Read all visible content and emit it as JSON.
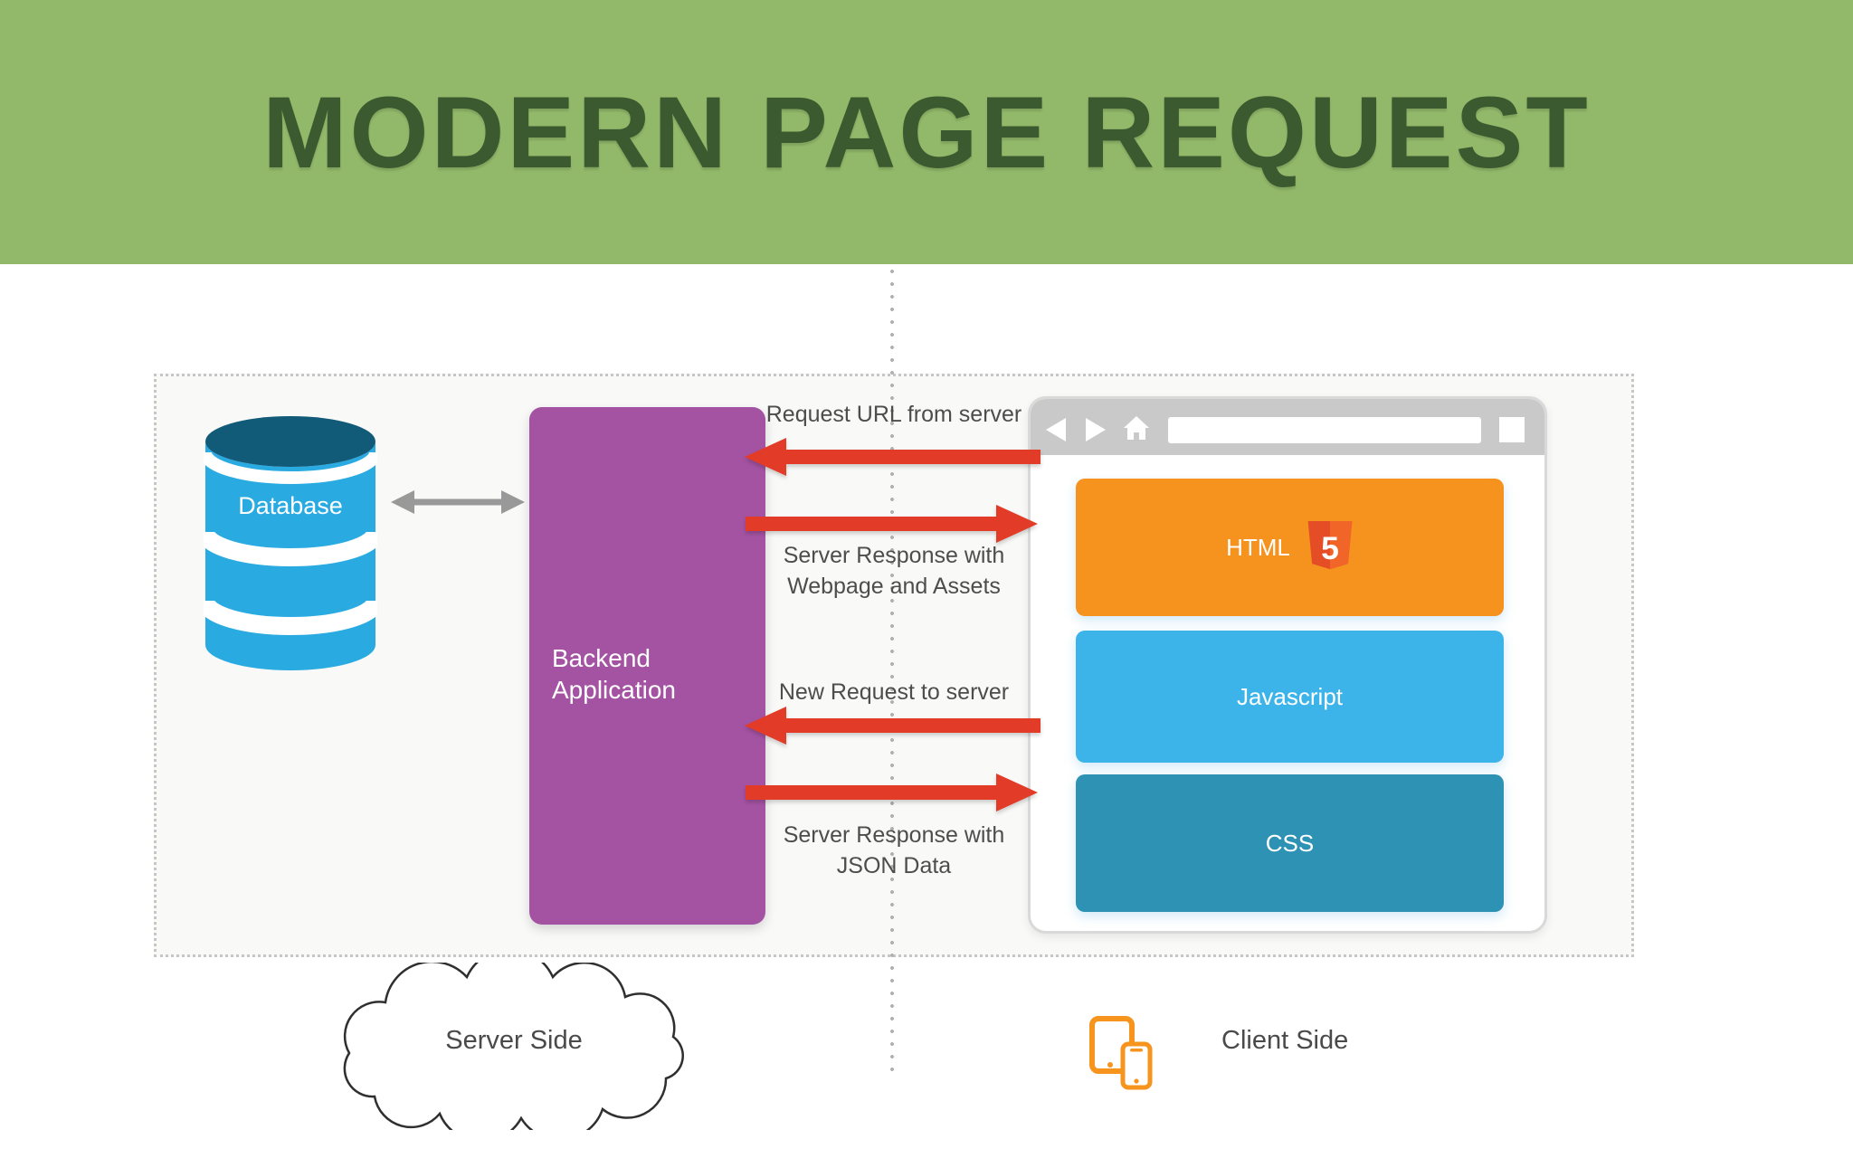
{
  "header": {
    "title": "MODERN PAGE REQUEST"
  },
  "diagram": {
    "server_side": {
      "database": {
        "label": "Database"
      },
      "backend": {
        "label_line1": "Backend",
        "label_line2": "Application"
      },
      "cloud_label": "Server Side"
    },
    "flows": {
      "request_url": {
        "label": "Request URL from server",
        "direction": "toward-server"
      },
      "server_response_assets": {
        "line1": "Server Response with",
        "line2": "Webpage and Assets",
        "direction": "toward-client"
      },
      "new_request": {
        "label": "New Request to server",
        "direction": "toward-server"
      },
      "server_response_json": {
        "line1": "Server Response with",
        "line2": "JSON Data",
        "direction": "toward-client"
      }
    },
    "client_side": {
      "browser": {
        "html_block": {
          "label": "HTML",
          "logo_glyph": "5"
        },
        "js_block": {
          "label": "Javascript"
        },
        "css_block": {
          "label": "CSS"
        }
      },
      "label": "Client Side"
    }
  },
  "colors": {
    "header_bg": "#92b96a",
    "title_text": "#3c5a2f",
    "database_body": "#29abe2",
    "database_top": "#115a78",
    "backend_box": "#a453a2",
    "arrow_red": "#e23b27",
    "arrow_gray": "#999999",
    "flow_label_text": "#4d4d4d",
    "browser_toolbar": "#c9c9c9",
    "html_block": "#f6921e",
    "js_block": "#3cb4e9",
    "css_block": "#2e92b4",
    "device_icon": "#f7941e"
  }
}
